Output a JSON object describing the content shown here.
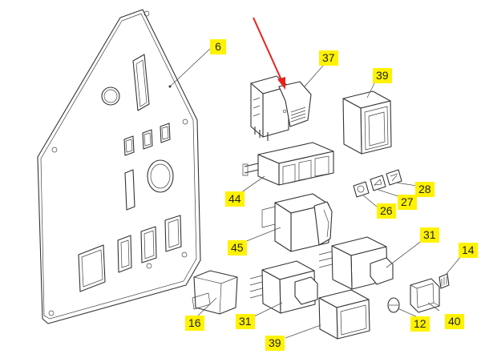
{
  "callouts": [
    {
      "id": "6",
      "label": "6"
    },
    {
      "id": "37",
      "label": "37"
    },
    {
      "id": "39a",
      "label": "39"
    },
    {
      "id": "28",
      "label": "28"
    },
    {
      "id": "27",
      "label": "27"
    },
    {
      "id": "26",
      "label": "26"
    },
    {
      "id": "44",
      "label": "44"
    },
    {
      "id": "45",
      "label": "45"
    },
    {
      "id": "31a",
      "label": "31"
    },
    {
      "id": "14",
      "label": "14"
    },
    {
      "id": "16",
      "label": "16"
    },
    {
      "id": "31b",
      "label": "31"
    },
    {
      "id": "39b",
      "label": "39"
    },
    {
      "id": "12",
      "label": "12"
    },
    {
      "id": "40",
      "label": "40"
    }
  ],
  "colors": {
    "callout_bg": "#fff200",
    "arrow": "#e8221b",
    "line": "#333333"
  }
}
